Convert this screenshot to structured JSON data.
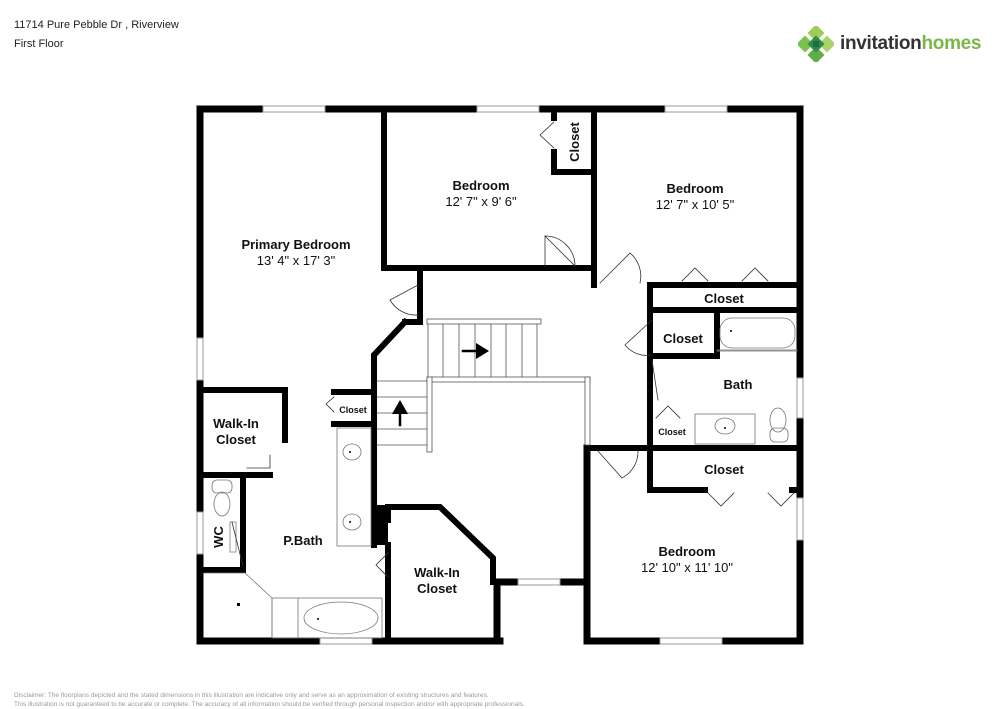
{
  "header": {
    "address": "11714 Pure Pebble Dr , Riverview",
    "floor": "First Floor"
  },
  "logo": {
    "icon": "clover-diamond-icon",
    "word1": "invitation",
    "word2": "homes",
    "colors": {
      "dark_text": "#333333",
      "green_text": "#7ab648",
      "leaf_light": "#9acd5a",
      "leaf_mid": "#5fae48",
      "leaf_dark": "#2e8b4a"
    }
  },
  "rooms": {
    "primary_bedroom": {
      "name": "Primary Bedroom",
      "dims": "13' 4\" x 17' 3\""
    },
    "bedroom_2": {
      "name": "Bedroom",
      "dims": "12' 7\" x 9' 6\""
    },
    "bedroom_3": {
      "name": "Bedroom",
      "dims": "12' 7\" x 10' 5\""
    },
    "bedroom_4": {
      "name": "Bedroom",
      "dims": "12' 10\" x 11' 10\""
    },
    "closet_b2": {
      "name": "Closet"
    },
    "closet_b3": {
      "name": "Closet"
    },
    "closet_hall": {
      "name": "Closet"
    },
    "closet_bath_small": {
      "name": "Closet"
    },
    "closet_b4": {
      "name": "Closet"
    },
    "closet_stair": {
      "name": "Closet"
    },
    "bath": {
      "name": "Bath"
    },
    "walkin_1": {
      "line1": "Walk-In",
      "line2": "Closet"
    },
    "walkin_2": {
      "line1": "Walk-In",
      "line2": "Closet"
    },
    "wc": {
      "name": "WC"
    },
    "pbath": {
      "name": "P.Bath"
    }
  },
  "disclaimer": {
    "line1": "Disclaimer: The floorplans depicted and the stated dimensions in this illustration are indicative only and serve as an approximation of existing structures and features.",
    "line2": "This illustration is not guaranteed to be accurate or complete. The accuracy of all information should be verified through personal inspection and/or with appropriate professionals."
  },
  "colors": {
    "wall": "#000000",
    "window": "#ffffff",
    "fixture_line": "#888888",
    "disclaimer_text": "#9a9a9a"
  }
}
